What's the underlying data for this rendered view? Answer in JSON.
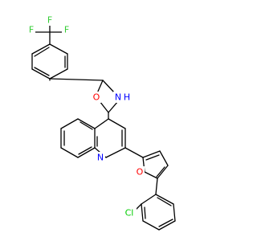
{
  "colors": {
    "bond": "#000000",
    "carbon": "#000000",
    "nitrogen": "#0000ff",
    "oxygen": "#ff0000",
    "fluorine": "#33cc33",
    "chlorine": "#00cc00",
    "background": "#ffffff"
  },
  "atoms": {
    "F1": "F",
    "F2": "F",
    "F3": "F",
    "N_amide": "N",
    "H_amide": "H",
    "O_carbonyl": "O",
    "N_quinoline": "N",
    "O_furan": "O",
    "Cl": "Cl"
  }
}
